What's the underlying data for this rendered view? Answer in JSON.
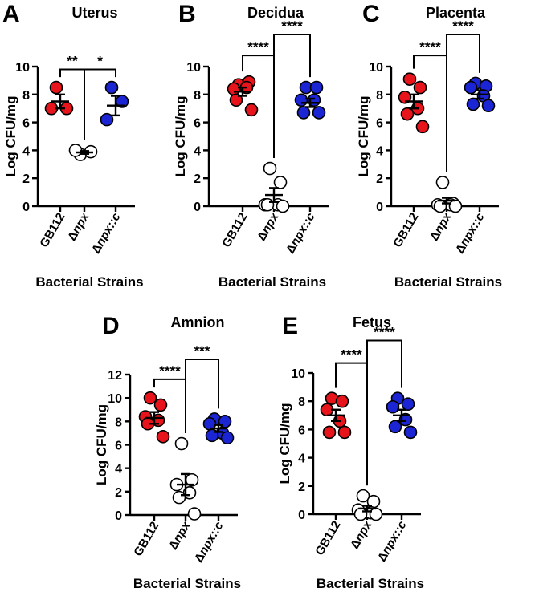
{
  "colors": {
    "GB112": "#e8141b",
    "npx": "#ffffff",
    "npxc": "#1c25d4",
    "outline": "#000000"
  },
  "chart_data": [
    {
      "type": "scatter",
      "panel": "A",
      "title": "Uterus",
      "xlabel": "Bacterial Strains",
      "ylabel": "Log CFU/mg",
      "ylim": [
        0,
        10
      ],
      "yticks": [
        0,
        2,
        4,
        6,
        8,
        10
      ],
      "categories": [
        "GB112",
        "Δnpx",
        "Δnpx::c"
      ],
      "series": [
        {
          "category": "GB112",
          "color": "#e8141b",
          "points": [
            8.5,
            7.0,
            7.0
          ],
          "mean": 7.5,
          "sem": 0.5
        },
        {
          "category": "Δnpx",
          "color": "#ffffff",
          "points": [
            3.7,
            3.9,
            4.0
          ],
          "mean": 3.85,
          "sem": 0.1
        },
        {
          "category": "Δnpx::c",
          "color": "#1c25d4",
          "points": [
            8.5,
            7.5,
            6.2
          ],
          "mean": 7.2,
          "sem": 0.7
        }
      ],
      "comparisons": [
        {
          "from": "GB112",
          "to": "Δnpx",
          "label": "**",
          "height": 9.8
        },
        {
          "from": "Δnpx",
          "to": "Δnpx::c",
          "label": "*",
          "height": 9.8
        }
      ]
    },
    {
      "type": "scatter",
      "panel": "B",
      "title": "Decidua",
      "xlabel": "Bacterial Strains",
      "ylabel": "Log CFU/mg",
      "ylim": [
        0,
        10
      ],
      "yticks": [
        0,
        2,
        4,
        6,
        8,
        10
      ],
      "categories": [
        "GB112",
        "Δnpx",
        "Δnpx::c"
      ],
      "series": [
        {
          "category": "GB112",
          "color": "#e8141b",
          "points": [
            8.7,
            8.9,
            8.4,
            8.5,
            7.6,
            6.9
          ],
          "mean": 8.2,
          "sem": 0.3
        },
        {
          "category": "Δnpx",
          "color": "#ffffff",
          "points": [
            2.7,
            1.7,
            0.1,
            0.1,
            0.1,
            0.0
          ],
          "mean": 0.8,
          "sem": 0.5
        },
        {
          "category": "Δnpx::c",
          "color": "#1c25d4",
          "points": [
            8.5,
            8.5,
            7.6,
            7.6,
            6.7,
            6.7
          ],
          "mean": 7.4,
          "sem": 0.3
        }
      ],
      "comparisons": [
        {
          "from": "GB112",
          "to": "Δnpx",
          "label": "****",
          "height": 10.8
        },
        {
          "from": "Δnpx",
          "to": "Δnpx::c",
          "label": "****",
          "height": 12.3
        }
      ]
    },
    {
      "type": "scatter",
      "panel": "C",
      "title": "Placenta",
      "xlabel": "Bacterial Strains",
      "ylabel": "Log CFU/mg",
      "ylim": [
        0,
        10
      ],
      "yticks": [
        0,
        2,
        4,
        6,
        8,
        10
      ],
      "categories": [
        "GB112",
        "Δnpx",
        "Δnpx::c"
      ],
      "series": [
        {
          "category": "GB112",
          "color": "#e8141b",
          "points": [
            9.1,
            8.5,
            7.8,
            7.0,
            6.6,
            5.7
          ],
          "mean": 7.5,
          "sem": 0.5
        },
        {
          "category": "Δnpx",
          "color": "#ffffff",
          "points": [
            1.7,
            0.2,
            0.1,
            0.1,
            0.0,
            0.0
          ],
          "mean": 0.4,
          "sem": 0.2
        },
        {
          "category": "Δnpx::c",
          "color": "#1c25d4",
          "points": [
            8.8,
            8.6,
            8.5,
            7.9,
            7.3,
            7.2
          ],
          "mean": 8.0,
          "sem": 0.3
        }
      ],
      "comparisons": [
        {
          "from": "GB112",
          "to": "Δnpx",
          "label": "****",
          "height": 10.8
        },
        {
          "from": "Δnpx",
          "to": "Δnpx::c",
          "label": "****",
          "height": 12.3
        }
      ]
    },
    {
      "type": "scatter",
      "panel": "D",
      "title": "Amnion",
      "xlabel": "Bacterial Strains",
      "ylabel": "Log CFU/mg",
      "ylim": [
        0,
        12
      ],
      "yticks": [
        0,
        2,
        4,
        6,
        8,
        10,
        12
      ],
      "categories": [
        "GB112",
        "Δnpx",
        "Δnpx::c"
      ],
      "series": [
        {
          "category": "GB112",
          "color": "#e8141b",
          "points": [
            10.0,
            9.4,
            8.4,
            8.1,
            7.8,
            6.7
          ],
          "mean": 8.3,
          "sem": 0.5
        },
        {
          "category": "Δnpx",
          "color": "#ffffff",
          "points": [
            6.1,
            3.0,
            2.6,
            1.9,
            1.5,
            0.1
          ],
          "mean": 2.6,
          "sem": 0.9
        },
        {
          "category": "Δnpx::c",
          "color": "#1c25d4",
          "points": [
            8.2,
            8.0,
            7.8,
            7.0,
            6.8,
            6.6
          ],
          "mean": 7.4,
          "sem": 0.3
        }
      ],
      "comparisons": [
        {
          "from": "GB112",
          "to": "Δnpx",
          "label": "****",
          "height": 11.6
        },
        {
          "from": "Δnpx",
          "to": "Δnpx::c",
          "label": "***",
          "height": 13.3
        }
      ]
    },
    {
      "type": "scatter",
      "panel": "E",
      "title": "Fetus",
      "xlabel": "Bacterial Strains",
      "ylabel": "Log CFU/mg",
      "ylim": [
        0,
        10
      ],
      "yticks": [
        0,
        2,
        4,
        6,
        8,
        10
      ],
      "categories": [
        "GB112",
        "Δnpx",
        "Δnpx::c"
      ],
      "series": [
        {
          "category": "GB112",
          "color": "#e8141b",
          "points": [
            8.2,
            8.0,
            7.4,
            6.6,
            5.8,
            5.8
          ],
          "mean": 7.0,
          "sem": 0.4
        },
        {
          "category": "Δnpx",
          "color": "#ffffff",
          "points": [
            1.3,
            0.9,
            0.3,
            0.1,
            0.0,
            0.0
          ],
          "mean": 0.4,
          "sem": 0.2
        },
        {
          "category": "Δnpx::c",
          "color": "#1c25d4",
          "points": [
            8.2,
            7.8,
            7.6,
            6.7,
            6.2,
            5.8
          ],
          "mean": 7.0,
          "sem": 0.4
        }
      ],
      "comparisons": [
        {
          "from": "GB112",
          "to": "Δnpx",
          "label": "****",
          "height": 10.7
        },
        {
          "from": "Δnpx",
          "to": "Δnpx::c",
          "label": "****",
          "height": 12.3
        }
      ]
    }
  ]
}
